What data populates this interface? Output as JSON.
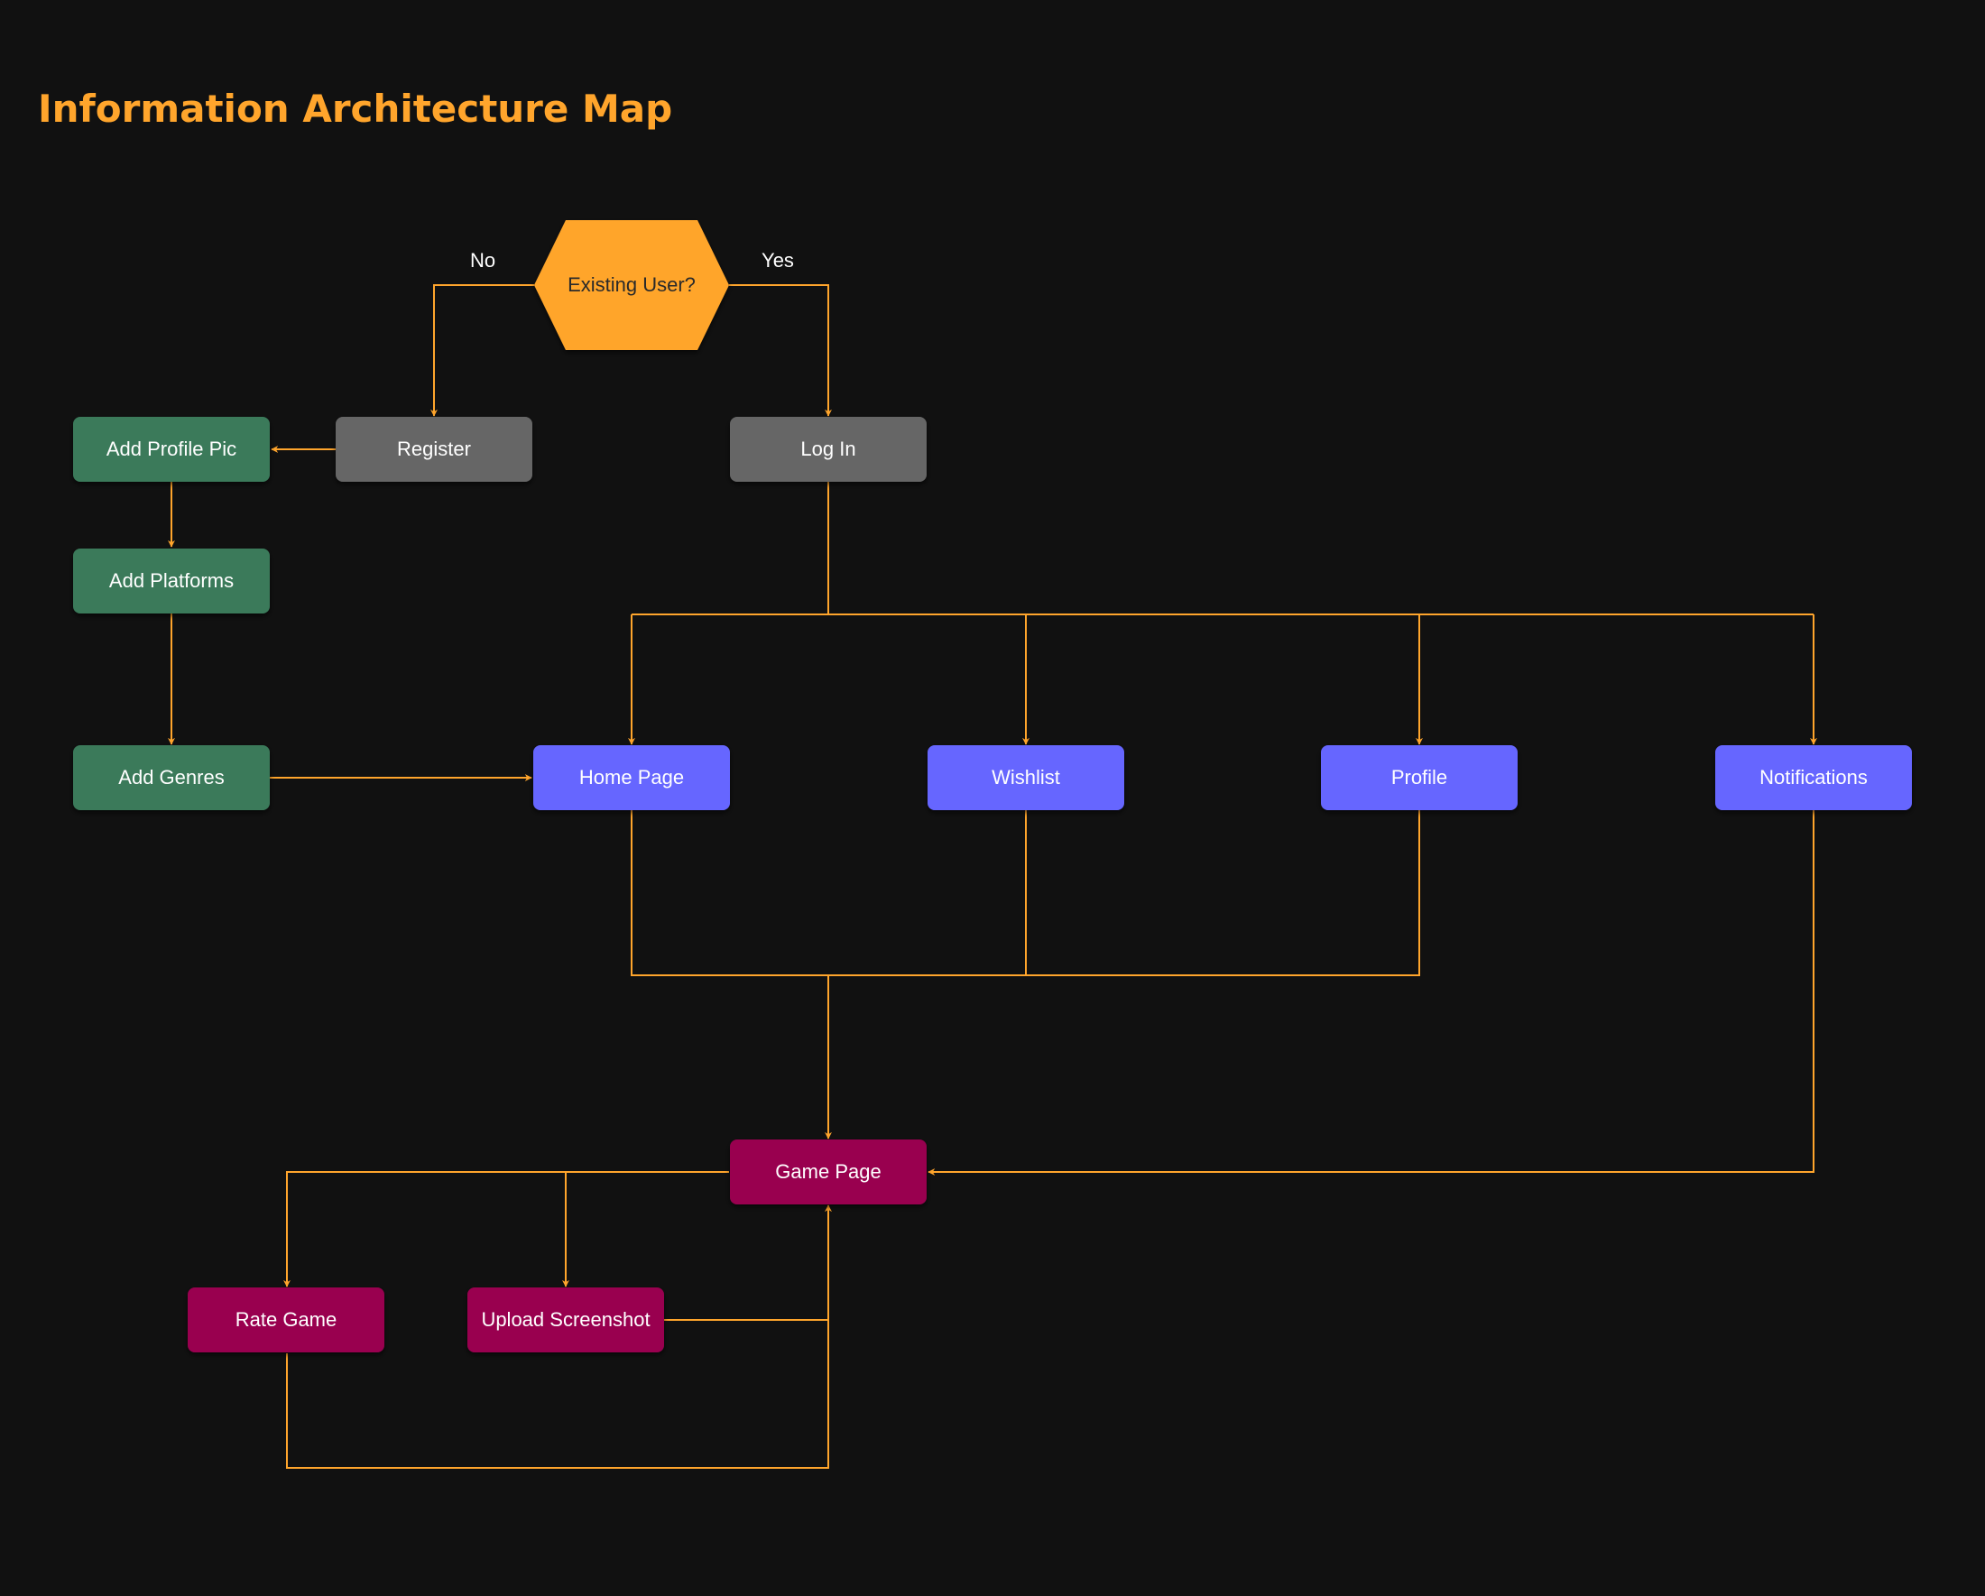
{
  "title": "Information Architecture Map",
  "colors": {
    "background": "#111111",
    "accent": "#ffa52c",
    "auth": "#666666",
    "onboarding": "#3a7a5a",
    "main_nav": "#6666ff",
    "game": "#990050",
    "decision": "#ffa52c"
  },
  "nodes": {
    "existing_user": {
      "label": "Existing User?",
      "shape": "hexagon"
    },
    "register": {
      "label": "Register"
    },
    "log_in": {
      "label": "Log In"
    },
    "add_profile_pic": {
      "label": "Add Profile Pic"
    },
    "add_platforms": {
      "label": "Add Platforms"
    },
    "add_genres": {
      "label": "Add Genres"
    },
    "home_page": {
      "label": "Home Page"
    },
    "wishlist": {
      "label": "Wishlist"
    },
    "profile": {
      "label": "Profile"
    },
    "notifications": {
      "label": "Notifications"
    },
    "game_page": {
      "label": "Game Page"
    },
    "rate_game": {
      "label": "Rate Game"
    },
    "upload_screenshot": {
      "label": "Upload Screenshot"
    }
  },
  "edges": {
    "no": {
      "from": "Existing User?",
      "to": "Register",
      "label": "No"
    },
    "yes": {
      "from": "Existing User?",
      "to": "Log In",
      "label": "Yes"
    },
    "register_profile_pic": {
      "from": "Register",
      "to": "Add Profile Pic"
    },
    "profile_pic_platforms": {
      "from": "Add Profile Pic",
      "to": "Add Platforms"
    },
    "platforms_genres": {
      "from": "Add Platforms",
      "to": "Add Genres"
    },
    "genres_home": {
      "from": "Add Genres",
      "to": "Home Page"
    },
    "login_home": {
      "from": "Log In",
      "to": "Home Page"
    },
    "login_wishlist": {
      "from": "Log In",
      "to": "Wishlist"
    },
    "login_profile": {
      "from": "Log In",
      "to": "Profile"
    },
    "login_notifications": {
      "from": "Log In",
      "to": "Notifications"
    },
    "home_game": {
      "from": "Home Page",
      "to": "Game Page"
    },
    "wishlist_game": {
      "from": "Wishlist",
      "to": "Game Page"
    },
    "profile_game": {
      "from": "Profile",
      "to": "Game Page"
    },
    "notifications_game": {
      "from": "Notifications",
      "to": "Game Page"
    },
    "game_rate": {
      "from": "Game Page",
      "to": "Rate Game"
    },
    "game_upload": {
      "from": "Game Page",
      "to": "Upload Screenshot"
    },
    "upload_game": {
      "from": "Upload Screenshot",
      "to": "Game Page"
    },
    "rate_game_back": {
      "from": "Rate Game",
      "to": "Game Page"
    }
  }
}
